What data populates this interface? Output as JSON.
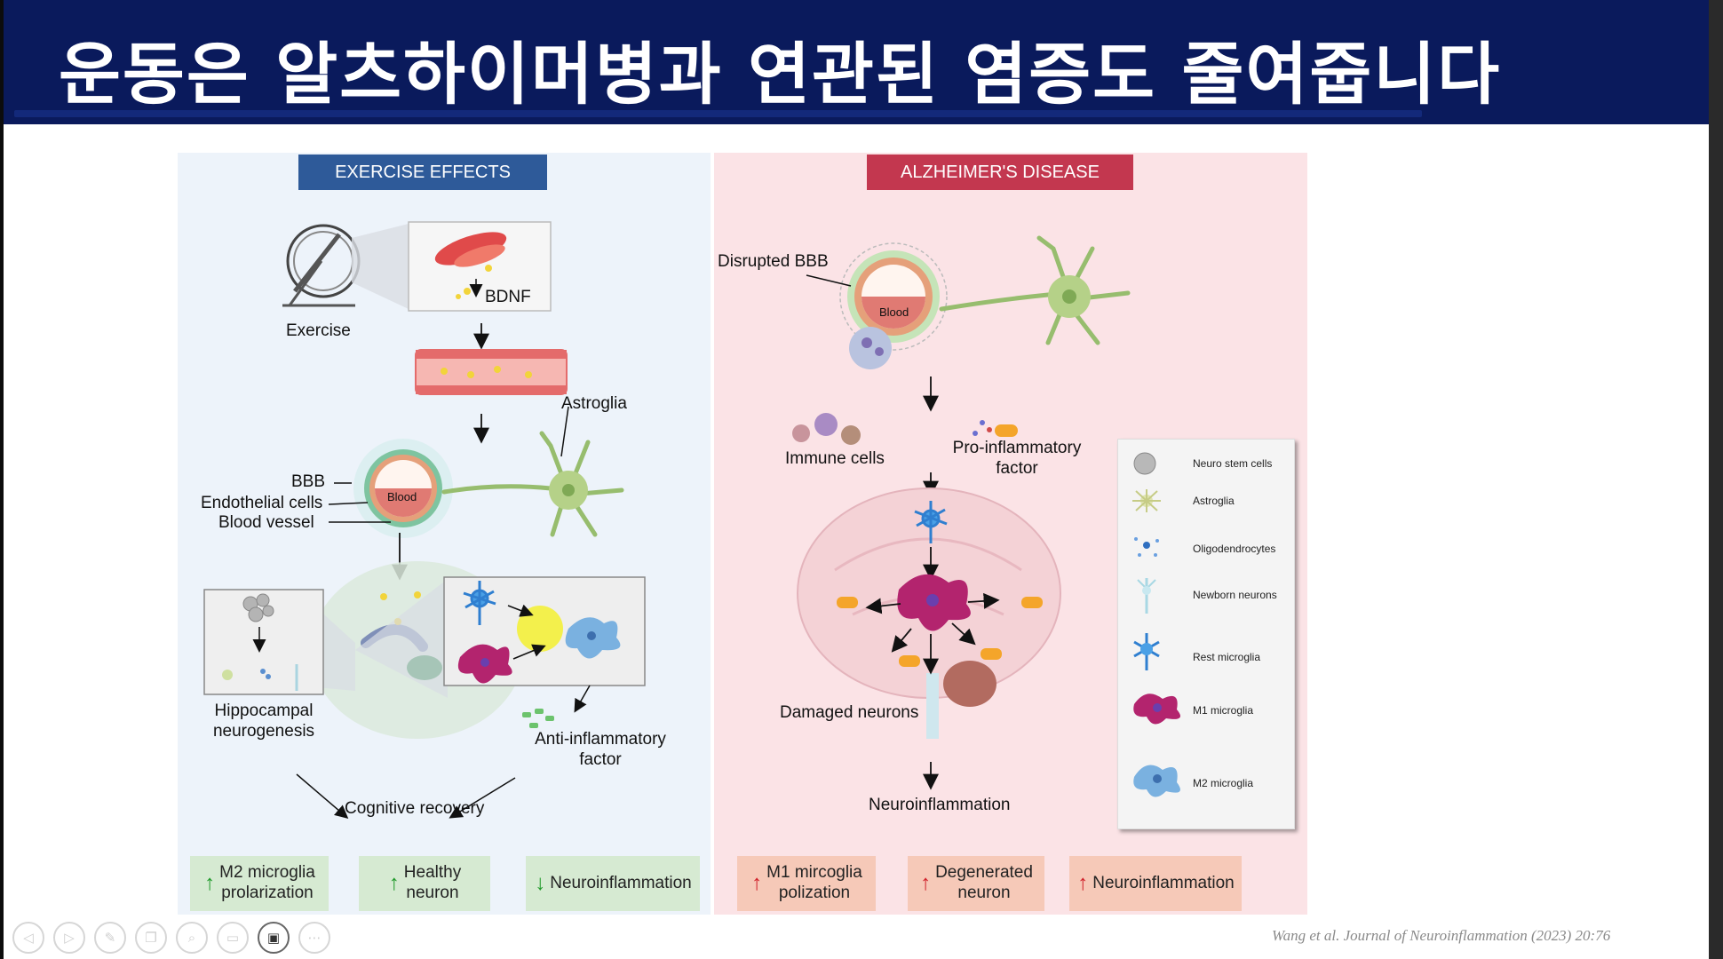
{
  "slide": {
    "title": "운동은 알츠하이머병과 연관된 염증도 줄여줍니다",
    "citation": "Wang et al. Journal of Neuroinflammation (2023) 20:76"
  },
  "figure": {
    "left_header": "EXERCISE  EFFECTS",
    "right_header": "ALZHEIMER'S DISEASE",
    "labels": {
      "exercise": "Exercise",
      "bdnf": "BDNF",
      "astroglia": "Astroglia",
      "bbb": "BBB",
      "endothelial": "Endothelial cells",
      "blood_vessel": "Blood vessel",
      "blood_left": "Blood",
      "hippocampal_1": "Hippocampal",
      "hippocampal_2": "neurogenesis",
      "anti_1": "Anti-inflammatory",
      "anti_2": "factor",
      "cognitive": "Cognitive recovery",
      "disrupted_bbb": "Disrupted BBB",
      "blood_right": "Blood",
      "immune_cells": "Immune cells",
      "pro_1": "Pro-inflammatory",
      "pro_2": "factor",
      "damaged_neurons": "Damaged neurons",
      "neuroinflammation": "Neuroinflammation"
    },
    "legend": [
      {
        "label": "Neuro stem cells",
        "icon": "stem-cell-icon"
      },
      {
        "label": "Astroglia",
        "icon": "astroglia-icon"
      },
      {
        "label": "Oligodendrocytes",
        "icon": "oligodendrocyte-icon"
      },
      {
        "label": "Newborn neurons",
        "icon": "newborn-neuron-icon"
      },
      {
        "label": "Rest microglia",
        "icon": "rest-microglia-icon"
      },
      {
        "label": "M1 microglia",
        "icon": "m1-microglia-icon"
      },
      {
        "label": "M2 microglia",
        "icon": "m2-microglia-icon"
      }
    ],
    "summary_left": [
      {
        "direction": "up",
        "line1": "M2 microglia",
        "line2": "prolarization"
      },
      {
        "direction": "up",
        "line1": "Healthy",
        "line2": "neuron"
      },
      {
        "direction": "down",
        "line1": "Neuroinflammation",
        "line2": ""
      }
    ],
    "summary_right": [
      {
        "direction": "up",
        "line1": "M1 mircoglia",
        "line2": "polization"
      },
      {
        "direction": "up",
        "line1": "Degenerated",
        "line2": "neuron"
      },
      {
        "direction": "up",
        "line1": "Neuroinflammation",
        "line2": ""
      }
    ]
  },
  "arrows": {
    "up": "↑",
    "down": "↓"
  },
  "colors": {
    "title_bg": "#0a1a5c",
    "left_panel": "#edf3fa",
    "right_panel": "#fbe3e6",
    "left_header": "#2e5a99",
    "right_header": "#c3374f"
  },
  "toolbar": [
    "previous-icon",
    "next-icon",
    "pen-icon",
    "copy-icon",
    "zoom-icon",
    "subtitle-icon",
    "camera-icon",
    "more-icon"
  ],
  "toolbar_glyphs": {
    "prev": "◁",
    "next": "▷",
    "pen": "✎",
    "copy": "❐",
    "zoom": "⌕",
    "subtitle": "▭",
    "camera": "▣",
    "more": "⋯"
  }
}
